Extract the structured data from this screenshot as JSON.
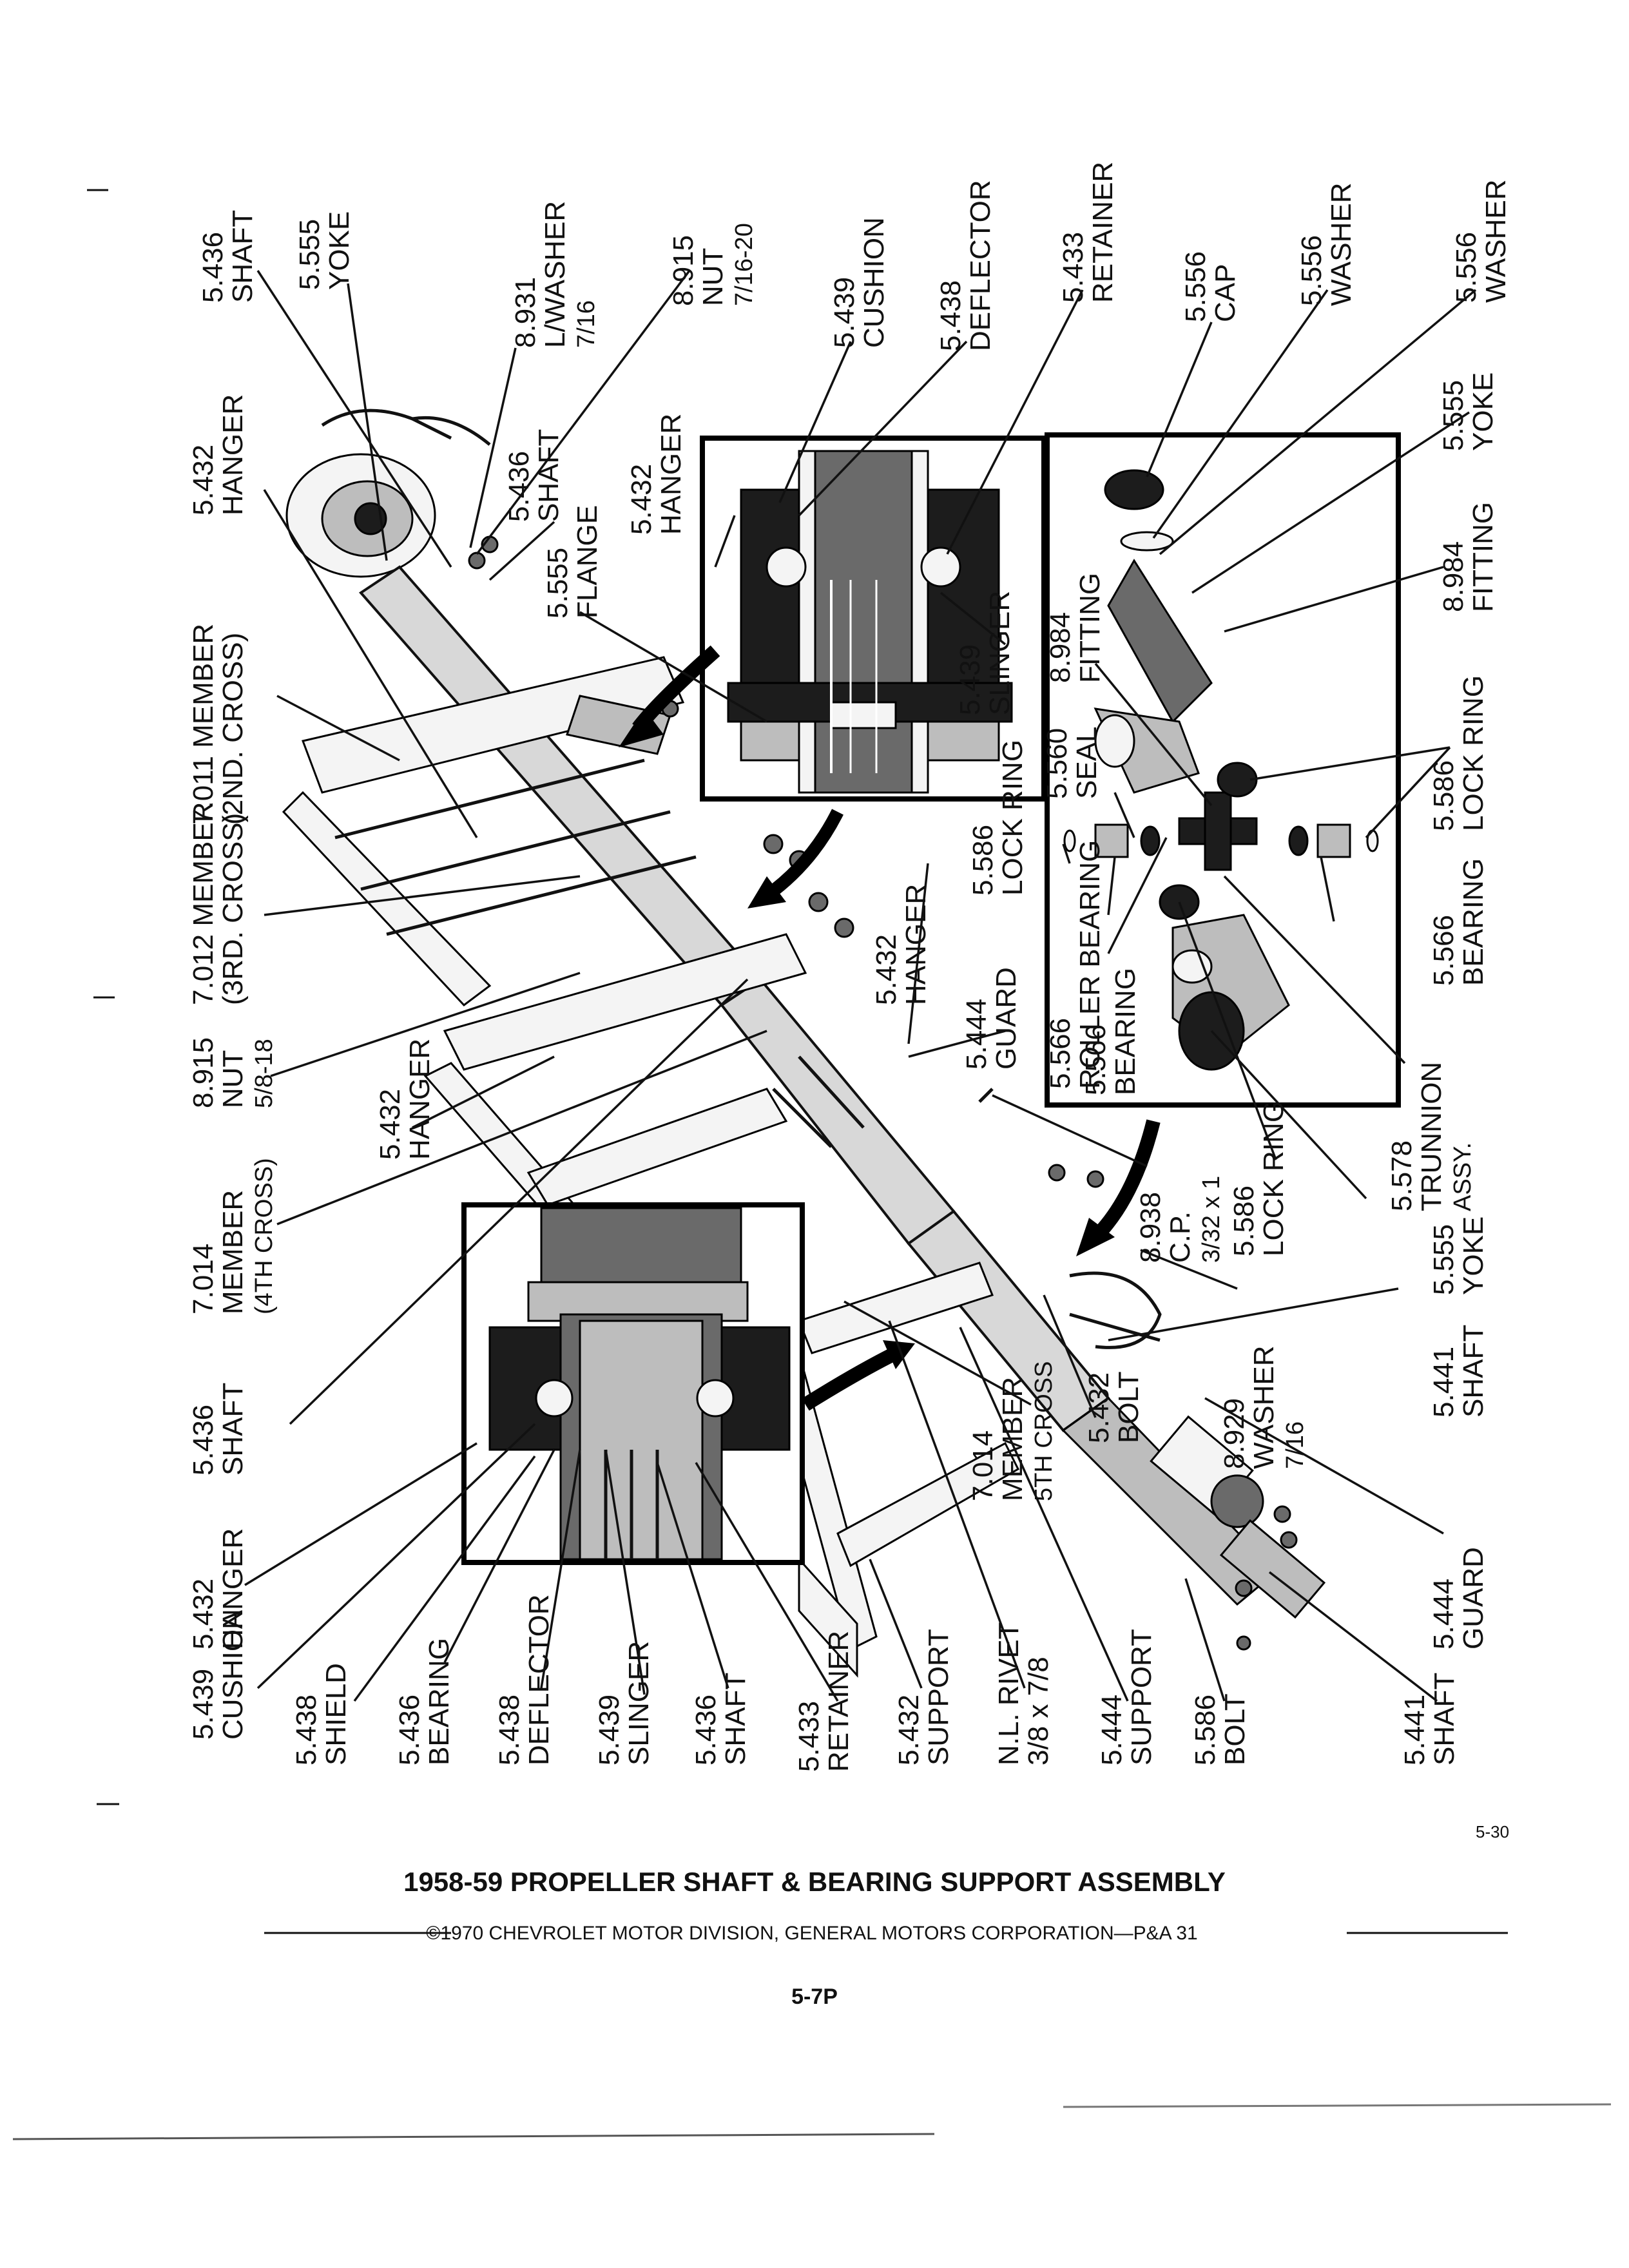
{
  "title": "1958-59 PROPELLER SHAFT & BEARING SUPPORT ASSEMBLY",
  "copyright": "©1970 CHEVROLET MOTOR DIVISION, GENERAL MOTORS CORPORATION—P&A 31",
  "page_number": "5-7P",
  "corner_number": "5-30",
  "callouts": [
    {
      "id": "c01",
      "lines": [
        "5.436",
        "SHAFT"
      ]
    },
    {
      "id": "c02",
      "lines": [
        "5.555",
        "YOKE"
      ]
    },
    {
      "id": "c03",
      "lines": [
        "8.931",
        "L/WASHER",
        "7/16"
      ]
    },
    {
      "id": "c04",
      "lines": [
        "8.915",
        "NUT",
        "7/16-20"
      ]
    },
    {
      "id": "c05",
      "lines": [
        "5.439",
        "CUSHION"
      ]
    },
    {
      "id": "c06",
      "lines": [
        "5.438",
        "DEFLECTOR"
      ]
    },
    {
      "id": "c07",
      "lines": [
        "5.433",
        "RETAINER"
      ]
    },
    {
      "id": "c08",
      "lines": [
        "5.556",
        "CAP"
      ]
    },
    {
      "id": "c09",
      "lines": [
        "5.556",
        "WASHER"
      ]
    },
    {
      "id": "c10",
      "lines": [
        "5.556",
        "WASHER"
      ]
    },
    {
      "id": "c11",
      "lines": [
        "5.432",
        "HANGER"
      ]
    },
    {
      "id": "c12",
      "lines": [
        "5.436",
        "SHAFT"
      ]
    },
    {
      "id": "c13",
      "lines": [
        "5.555",
        "FLANGE"
      ]
    },
    {
      "id": "c14",
      "lines": [
        "5.432",
        "HANGER"
      ]
    },
    {
      "id": "c15",
      "lines": [
        "5.555",
        "YOKE"
      ]
    },
    {
      "id": "c16",
      "lines": [
        "8.984",
        "FITTING"
      ]
    },
    {
      "id": "c17",
      "lines": [
        "7.011 MEMBER",
        "(2ND. CROSS)"
      ]
    },
    {
      "id": "c18",
      "lines": [
        "5.439",
        "SLINGER"
      ]
    },
    {
      "id": "c19",
      "lines": [
        "8.984",
        "FITTING"
      ]
    },
    {
      "id": "c20",
      "lines": [
        "5.560",
        "SEAL"
      ]
    },
    {
      "id": "c21",
      "lines": [
        "5.586",
        "LOCK RING"
      ]
    },
    {
      "id": "c22",
      "lines": [
        "7.012 MEMBER",
        "(3RD. CROSS)"
      ]
    },
    {
      "id": "c23",
      "lines": [
        "5.586",
        "LOCK RING"
      ]
    },
    {
      "id": "c24",
      "lines": [
        "5.566",
        "ROLLER BEARING"
      ]
    },
    {
      "id": "c25",
      "lines": [
        "5.566",
        "BEARING"
      ]
    },
    {
      "id": "c26",
      "lines": [
        "5.432",
        "HANGER"
      ]
    },
    {
      "id": "c27",
      "lines": [
        "5.566",
        "BEARING"
      ]
    },
    {
      "id": "c28",
      "lines": [
        "8.915",
        "NUT",
        "5/8-18"
      ]
    },
    {
      "id": "c29",
      "lines": [
        "5.444",
        "GUARD"
      ]
    },
    {
      "id": "c30",
      "lines": [
        "5.432",
        "HANGER"
      ]
    },
    {
      "id": "c31",
      "lines": [
        "5.578",
        "TRUNNION",
        "ASSY."
      ]
    },
    {
      "id": "c32",
      "lines": [
        "7.014",
        "MEMBER",
        "(4TH CROSS)"
      ]
    },
    {
      "id": "c33",
      "lines": [
        "8.938",
        "C.P.",
        "3/32 x 1"
      ]
    },
    {
      "id": "c34",
      "lines": [
        "5.586",
        "LOCK RING"
      ]
    },
    {
      "id": "c35",
      "lines": [
        "5.555",
        "YOKE"
      ]
    },
    {
      "id": "c36",
      "lines": [
        "8.929",
        "WASHER",
        "7/16"
      ]
    },
    {
      "id": "c37",
      "lines": [
        "5.436",
        "SHAFT"
      ]
    },
    {
      "id": "c38",
      "lines": [
        "5.441",
        "SHAFT"
      ]
    },
    {
      "id": "c39",
      "lines": [
        "5.432",
        "BOLT"
      ]
    },
    {
      "id": "c40",
      "lines": [
        "7.014",
        "MEMBER",
        "5TH CROSS"
      ]
    },
    {
      "id": "c41",
      "lines": [
        "5.432",
        "HANGER"
      ]
    },
    {
      "id": "c42",
      "lines": [
        "5.444",
        "GUARD"
      ]
    },
    {
      "id": "c43",
      "lines": [
        "5.439",
        "CUSHION"
      ]
    },
    {
      "id": "c44",
      "lines": [
        "5.438",
        "SHIELD"
      ]
    },
    {
      "id": "c45",
      "lines": [
        "5.436",
        "BEARING"
      ]
    },
    {
      "id": "c46",
      "lines": [
        "5.438",
        "DEFLECTOR"
      ]
    },
    {
      "id": "c47",
      "lines": [
        "5.439",
        "SLINGER"
      ]
    },
    {
      "id": "c48",
      "lines": [
        "5.436",
        "SHAFT"
      ]
    },
    {
      "id": "c49",
      "lines": [
        "5.433",
        "RETAINER"
      ]
    },
    {
      "id": "c50",
      "lines": [
        "5.432",
        "SUPPORT"
      ]
    },
    {
      "id": "c51",
      "lines": [
        "N.L. RIVET",
        "3/8 x 7/8"
      ]
    },
    {
      "id": "c52",
      "lines": [
        "5.444",
        "SUPPORT"
      ]
    },
    {
      "id": "c53",
      "lines": [
        "5.586",
        "BOLT"
      ]
    },
    {
      "id": "c54",
      "lines": [
        "5.441",
        "SHAFT"
      ]
    }
  ]
}
